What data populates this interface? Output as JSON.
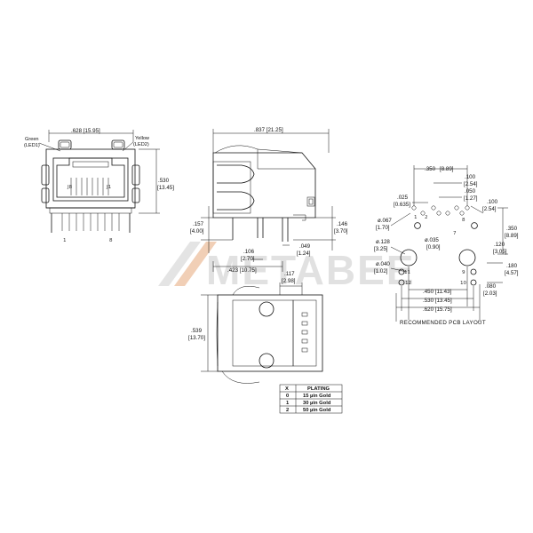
{
  "front_view": {
    "width_dim": ".628 [15.95]",
    "height_dim": ".530\n[13.45]",
    "height_in": ".530",
    "height_mm": "[13.45]",
    "led_left_top": "Green",
    "led_left_bot": "(LED1)",
    "led_right_top": "Yellow",
    "led_right_bot": "(LED2)",
    "pin_left": "1",
    "pin_right": "8",
    "inner_left": "J8",
    "inner_right": "J1"
  },
  "side_view": {
    "length_dim": ".837 [21.25]",
    "left_h_in": ".157",
    "left_h_mm": "[4.00]",
    "right_h_in": ".146",
    "right_h_mm": "[3.70]",
    "tail_in": ".049",
    "tail_mm": "[1.24]",
    "offset_in": ".106",
    "offset_mm": "[2.70]",
    "base_dim": ".423 [10.75]"
  },
  "top_view": {
    "depth_in": ".117",
    "depth_mm": "[2.98]",
    "height_in": ".539",
    "height_mm": "[13.70]"
  },
  "plating_table": {
    "headers": [
      "X",
      "PLATING"
    ],
    "rows": [
      [
        "0",
        "15 µin Gold"
      ],
      [
        "1",
        "30 µin Gold"
      ],
      [
        "2",
        "50 µin Gold"
      ]
    ]
  },
  "pcb_layout": {
    "title": "RECOMMENDED PCB LAYOUT",
    "d_350_in": ".350",
    "d_350_mm": "[8.89]",
    "d_100a_in": ".100",
    "d_100a_mm": "[2.54]",
    "d_050_in": ".050",
    "d_050_mm": "[1.27]",
    "d_025_in": ".025",
    "d_025_mm": "[0.635]",
    "d_100b_in": ".100",
    "d_100b_mm": "[2.54]",
    "d_350r_in": ".350",
    "d_350r_mm": "[8.89]",
    "d_067_in": "ø.067",
    "d_067_mm": "[1.70]",
    "d_035_in": "ø.035",
    "d_035_mm": "[0.90]",
    "d_128_in": "ø.128",
    "d_128_mm": "[3.25]",
    "d_120_in": ".120",
    "d_120_mm": "[3.05]",
    "d_040_in": "ø.040",
    "d_040_mm": "[1.02]",
    "d_180_in": ".180",
    "d_180_mm": "[4.57]",
    "d_450": ".450 [11.43]",
    "d_530": ".530 [13.45]",
    "d_620": ".620 [15.75]",
    "d_080_in": ".080",
    "d_080_mm": "[2.03]",
    "pins": {
      "p1": "1",
      "p2": "2",
      "p7": "7",
      "p8": "8",
      "p9": "9",
      "p10": "10",
      "p11": "11",
      "p12": "12"
    }
  },
  "watermark": {
    "text": "METABEE"
  }
}
